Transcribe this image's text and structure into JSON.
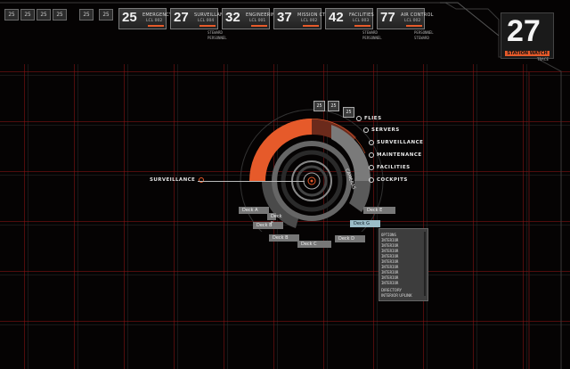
{
  "small_tabs": [
    "25",
    "25",
    "25",
    "25",
    "25",
    "25"
  ],
  "module_tabs": [
    {
      "num": "25",
      "label": "EMERGENCY",
      "sub": "LCL 002"
    },
    {
      "num": "27",
      "label": "SURVEILLANCE",
      "sub": "LCL 004"
    },
    {
      "num": "32",
      "label": "ENGINEERING",
      "sub": "LCL 001"
    },
    {
      "num": "37",
      "label": "MISSION CTR",
      "sub": "LCL 002"
    },
    {
      "num": "42",
      "label": "FACILITIES",
      "sub": "LCL 003"
    },
    {
      "num": "77",
      "label": "AIR CONTROL",
      "sub": "LCL 002"
    }
  ],
  "tab_extras": [
    "STEWARD",
    "PERSONNEL",
    "STEWARD",
    "PERSONNEL",
    "PERSONNEL",
    "STEWARD"
  ],
  "station": {
    "num": "27",
    "label": "STATION WATCH",
    "sub": "TRACE"
  },
  "mini_tabs": [
    "25",
    "25",
    "25"
  ],
  "radial_menu": [
    "FLIES",
    "SERVERS",
    "SURVEILLANCE",
    "MAINTENANCE",
    "FACILITIES",
    "COCKPITS"
  ],
  "radial_center_label": "CAMERAS",
  "current_section": "SURVEILLANCE",
  "decks": [
    {
      "label": "Deck A"
    },
    {
      "label": "Deck B"
    },
    {
      "label": "Deck B"
    },
    {
      "label": "Deck C"
    },
    {
      "label": "Deck D"
    },
    {
      "label": "Deck E"
    },
    {
      "label": "Deck G"
    },
    {
      "label": "Deck F"
    }
  ],
  "panel_rows": [
    "OPTIONS",
    "INTERIOR",
    "INTERIOR",
    "INTERIOR",
    "INTERIOR",
    "INTERIOR",
    "INTERIOR",
    "INTERIOR",
    "INTERIOR",
    "INTERIOR"
  ],
  "panel_footer": [
    "DIRECTORY",
    "INTERIOR UPLINK"
  ],
  "colors": {
    "accent": "#e65a2a",
    "grid": "#8c1414",
    "selected": "#9bbdc8"
  }
}
